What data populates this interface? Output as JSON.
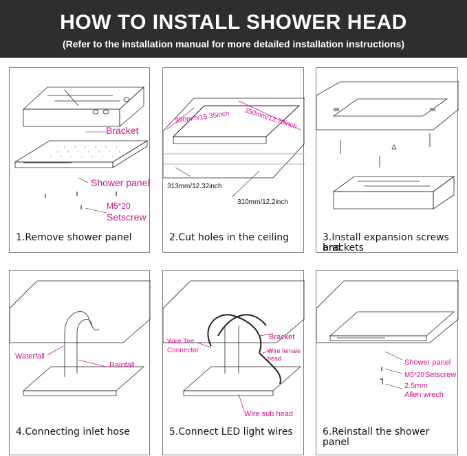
{
  "header": {
    "title": "HOW TO INSTALL SHOWER HEAD",
    "subtitle": "(Refer to the installation manual for more detailed installation instructions)"
  },
  "steps": [
    {
      "caption": "1.Remove shower panel",
      "labels": {
        "bracket": "Bracket",
        "shower_panel": "Shower panel",
        "screw_size": "M5*20",
        "setscrew": "Setscrew"
      }
    },
    {
      "caption": "2.Cut holes in the ceiling",
      "labels": {
        "dim1": "390mm/15.35inch",
        "dim2": "350mm/13.78inch",
        "dim3": "313mm/12.32inch",
        "dim4": "310mm/12.2inch"
      }
    },
    {
      "caption_line1": "3.Install expansion screws and",
      "caption_line2": "brackets"
    },
    {
      "caption": "4.Connecting inlet hose",
      "labels": {
        "waterfall": "Waterfall",
        "rainfall": "Rainfall"
      }
    },
    {
      "caption": "5.Connect LED light wires",
      "labels": {
        "tee1": "Wire Tee",
        "tee2": "Connector",
        "bracket": "Bracket",
        "female1": "Wire female",
        "female2": "head",
        "sub": "Wire sub head"
      }
    },
    {
      "caption": "6.Reinstall the shower panel",
      "labels": {
        "shower_panel": "Shower panel",
        "screw_size": "M5*20",
        "setscrew": "Setscrew",
        "allen1": "2.5mm",
        "allen2": "Allen wrech"
      }
    }
  ],
  "colors": {
    "header_bg": "#2e2e2e",
    "label": "#d0108a",
    "dim_line": "#d0108a"
  }
}
